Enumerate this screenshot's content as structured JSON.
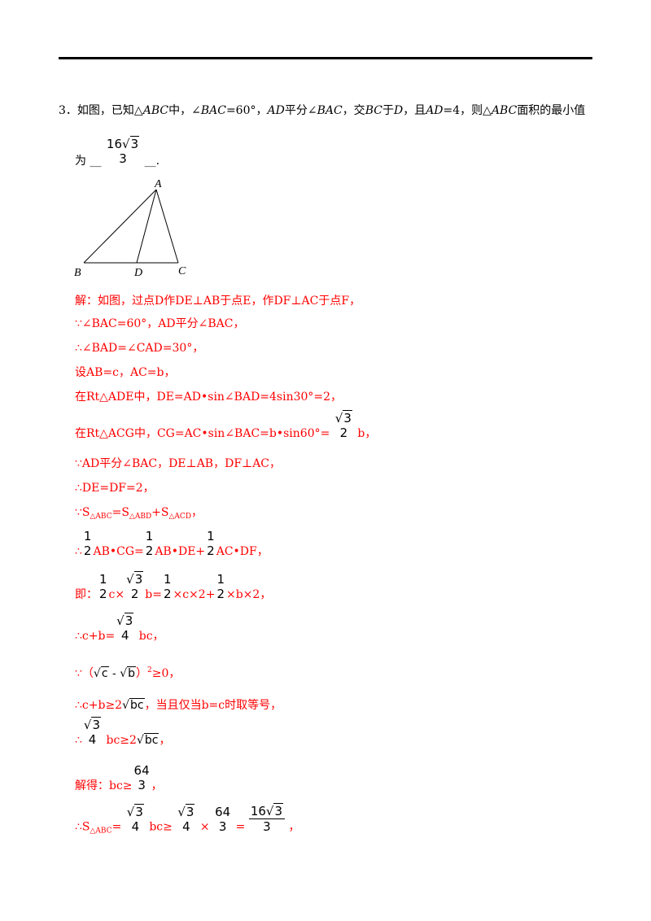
{
  "question": {
    "number": "3",
    "text_a": "．如图，已知△",
    "abc": "ABC",
    "text_b": "中，∠",
    "bac": "BAC",
    "text_c": "=60°，",
    "ad": "AD",
    "text_d": "平分∠",
    "bac2": "BAC",
    "text_e": "，交",
    "bc": "BC",
    "text_f": "于",
    "d": "D",
    "text_g": "，且",
    "ad2": "AD",
    "text_h": "=4，则△",
    "abc2": "ABC",
    "text_i": "面积的最小值",
    "answer_prefix": "为",
    "answer_blank_left": "__",
    "answer_num_coef": "16",
    "answer_num_rad": "3",
    "answer_den": "3",
    "answer_blank_right": "__."
  },
  "figure": {
    "label_a": "A",
    "label_b": "B",
    "label_c": "C",
    "label_d": "D"
  },
  "solution": {
    "l1": "解：如图，过点D作DE⊥AB于点E，作DF⊥AC于点F，",
    "l2": "∵∠BAC=60°，AD平分∠BAC，",
    "l3": "∴∠BAD=∠CAD=30°，",
    "l4": "设AB=c，AC=b，",
    "l5": "在Rt△ADE中，DE=AD•sin∠BAD=4sin30°=2，",
    "l6_pre": "在Rt△ACG中，CG=AC•sin∠BAC=b•sin60°=",
    "l6_rad": "3",
    "l6_den": "2",
    "l6_post": "b，",
    "l7": "∵AD平分∠BAC，DE⊥AB，DF⊥AC，",
    "l8": "∴DE=DF=2，",
    "l9_a": "∵S",
    "l9_sub1": "△ABC",
    "l9_b": "=S",
    "l9_sub2": "△ABD",
    "l9_c": "+S",
    "l9_sub3": "△ACD",
    "l9_d": "，",
    "l10_pre": "∴",
    "l10_one": "1",
    "l10_two": "2",
    "l10_a": "AB•CG=",
    "l10_b": "AB•DE+",
    "l10_c": "AC•DF，",
    "l11_pre": "即：",
    "l11_a": "c×",
    "l11_rad": "3",
    "l11_den": "2",
    "l11_b": "b=",
    "l11_c": "×c×2+",
    "l11_d": "×b×2，",
    "l12_pre": "∴c+b=",
    "l12_rad": "3",
    "l12_den": "4",
    "l12_post": "bc，",
    "l13_pre": "∵（",
    "l13_c": "c",
    "l13_minus": "-",
    "l13_b": "b",
    "l13_post": "）",
    "l13_sup": "2",
    "l13_end": "≥0，",
    "l14_pre": "∴c+b≥2",
    "l14_rad": "bc",
    "l14_post": "，当且仅当b=c时取等号，",
    "l15_pre": "∴",
    "l15_rad": "3",
    "l15_den": "4",
    "l15_mid": "bc≥2",
    "l15_rad2": "bc",
    "l15_post": "，",
    "l16_pre": "解得：bc≥",
    "l16_num": "64",
    "l16_den": "3",
    "l16_post": "，",
    "l17_pre": "∴S",
    "l17_sub": "△ABC",
    "l17_eq": "=",
    "l17_rad1": "3",
    "l17_den1": "4",
    "l17_bc": "bc≥",
    "l17_rad2": "3",
    "l17_den2": "4",
    "l17_times": "×",
    "l17_num3": "64",
    "l17_den3": "3",
    "l17_eq2": "=",
    "l17_coef": "16",
    "l17_rad4": "3",
    "l17_den4": "3",
    "l17_post": "，"
  },
  "colors": {
    "solution": "#ff0000",
    "text": "#000000"
  }
}
